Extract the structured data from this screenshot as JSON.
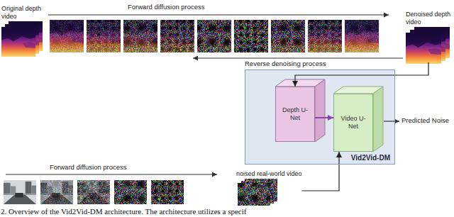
{
  "diagram": {
    "caption": "2. Overview of the Vid2Vid-DM architecture. The architecture utilizes a specif",
    "nodes": [
      {
        "text": [
          "Original depth video"
        ]
      },
      {
        "text": [
          "Denoised depth video"
        ]
      },
      {
        "text": [
          "Vid2Vid-DM"
        ]
      },
      {
        "text": [
          "Depth U-Net"
        ],
        "in": 2
      },
      {
        "text": [
          "Video U-Net"
        ],
        "in": 2
      },
      {
        "text": [
          "noised real-world video"
        ]
      }
    ],
    "edges": [
      {
        "from": 1,
        "to": 3,
        "arrow": "to"
      },
      {
        "from": 3,
        "to": 4,
        "arrow": "to"
      },
      {
        "from": 5,
        "to": 4,
        "arrow": "to"
      }
    ],
    "labels": [
      "Forward diffusion process",
      "Reverse denoising process",
      "Predicted Noise",
      "Forward diffusion process"
    ]
  }
}
